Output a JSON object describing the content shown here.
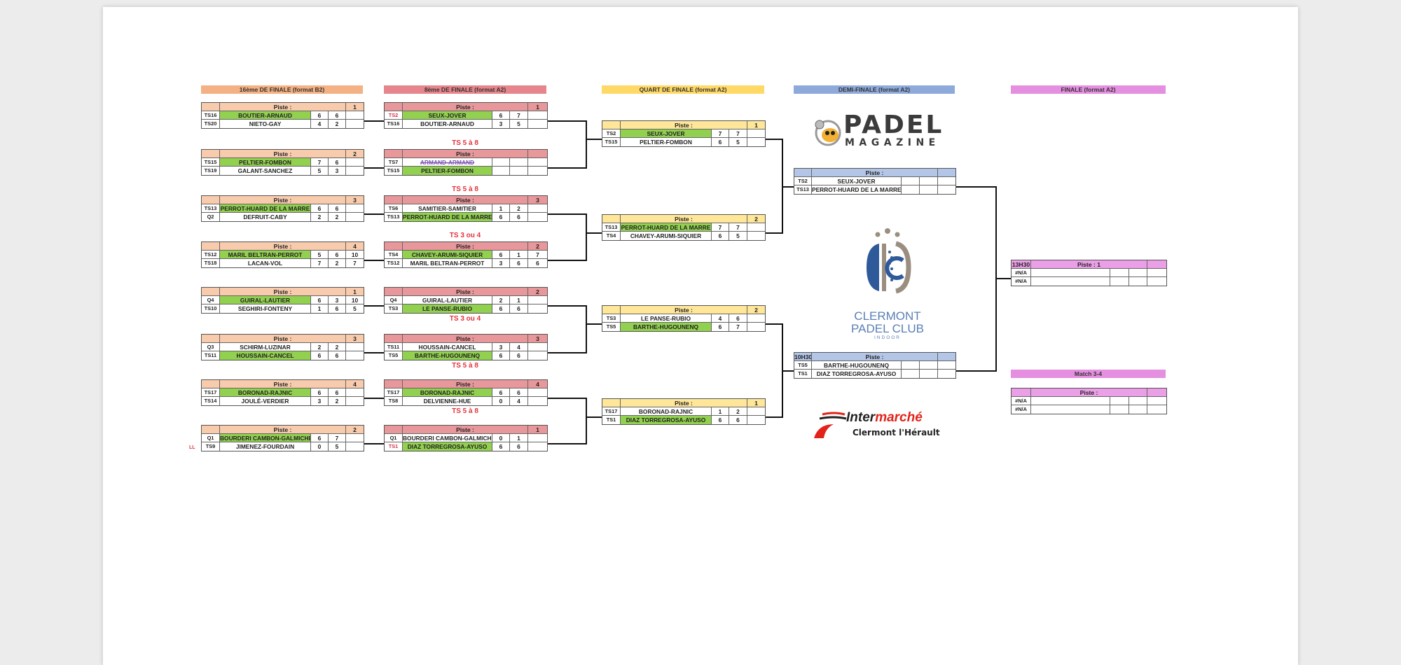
{
  "rounds": [
    {
      "title": "16ème DE FINALE (format B2)",
      "colors": {
        "bar": "#f4b183",
        "head": "#f8cbad"
      },
      "matches": [
        {
          "piste_label": "Piste :",
          "piste": "1",
          "teams": [
            {
              "seed": "TS16",
              "name": "BOUTIER-ARNAUD",
              "scores": [
                "6",
                "6",
                ""
              ],
              "winner": true
            },
            {
              "seed": "TS20",
              "name": "NIETO-GAY",
              "scores": [
                "4",
                "2",
                ""
              ]
            }
          ]
        },
        {
          "piste_label": "Piste :",
          "piste": "2",
          "teams": [
            {
              "seed": "TS15",
              "name": "PELTIER-FOMBON",
              "scores": [
                "7",
                "6",
                ""
              ],
              "winner": true
            },
            {
              "seed": "TS19",
              "name": "GALANT-SANCHEZ",
              "scores": [
                "5",
                "3",
                ""
              ]
            }
          ]
        },
        {
          "piste_label": "Piste :",
          "piste": "3",
          "teams": [
            {
              "seed": "TS13",
              "name": "PERROT-HUARD DE LA MARRE",
              "scores": [
                "6",
                "6",
                ""
              ],
              "winner": true
            },
            {
              "seed": "Q2",
              "name": "DEFRUIT-CABY",
              "scores": [
                "2",
                "2",
                ""
              ]
            }
          ]
        },
        {
          "piste_label": "Piste :",
          "piste": "4",
          "teams": [
            {
              "seed": "TS12",
              "name": "MARIL BELTRAN-PERROT",
              "scores": [
                "5",
                "6",
                "10"
              ],
              "winner": true
            },
            {
              "seed": "TS18",
              "name": "LACAN-VOL",
              "scores": [
                "7",
                "2",
                "7"
              ]
            }
          ]
        },
        {
          "piste_label": "Piste :",
          "piste": "1",
          "teams": [
            {
              "seed": "Q4",
              "name": "GUIRAL-LAUTIER",
              "scores": [
                "6",
                "3",
                "10"
              ],
              "winner": true
            },
            {
              "seed": "TS10",
              "name": "SEGHIRI-FONTENY",
              "scores": [
                "1",
                "6",
                "5"
              ]
            }
          ]
        },
        {
          "piste_label": "Piste :",
          "piste": "3",
          "teams": [
            {
              "seed": "Q3",
              "name": "SCHIRM-LUZINAR",
              "scores": [
                "2",
                "2",
                ""
              ]
            },
            {
              "seed": "TS11",
              "name": "HOUSSAIN-CANCEL",
              "scores": [
                "6",
                "6",
                ""
              ],
              "winner": true
            }
          ]
        },
        {
          "piste_label": "Piste :",
          "piste": "4",
          "teams": [
            {
              "seed": "TS17",
              "name": "BORONAD-RAJNIC",
              "scores": [
                "6",
                "6",
                ""
              ],
              "winner": true
            },
            {
              "seed": "TS14",
              "name": "JOULÉ-VERDIER",
              "scores": [
                "3",
                "2",
                ""
              ]
            }
          ]
        },
        {
          "piste_label": "Piste :",
          "piste": "2",
          "teams": [
            {
              "seed": "Q1",
              "name": "BOURDERI CAMBON-GALMICHE",
              "scores": [
                "6",
                "7",
                ""
              ],
              "winner": true
            },
            {
              "seed": "TS9",
              "name": "JIMENEZ-FOURDAIN",
              "scores": [
                "0",
                "5",
                ""
              ]
            }
          ]
        }
      ]
    },
    {
      "title": "8ème DE FINALE (format A2)",
      "colors": {
        "bar": "#e6858b",
        "head": "#e8979b"
      },
      "matches": [
        {
          "piste_label": "Piste :",
          "piste": "1",
          "teams": [
            {
              "seed": "TS2",
              "seed_red": true,
              "name": "SEUX-JOVER",
              "scores": [
                "6",
                "7",
                ""
              ],
              "winner": true
            },
            {
              "seed": "TS16",
              "name": "BOUTIER-ARNAUD",
              "scores": [
                "3",
                "5",
                ""
              ]
            }
          ]
        },
        {
          "piste_label": "Piste :",
          "piste": "",
          "label": "TS 5 à 8",
          "teams": [
            {
              "seed": "TS7",
              "name": "ARMAND-ARMAND",
              "scores": [
                "",
                "",
                ""
              ],
              "strike": true
            },
            {
              "seed": "TS15",
              "name": "PELTIER-FOMBON",
              "scores": [
                "",
                "",
                ""
              ],
              "winner": true
            }
          ]
        },
        {
          "piste_label": "Piste :",
          "piste": "3",
          "label": "TS 5 à 8",
          "teams": [
            {
              "seed": "TS6",
              "name": "SAMITIER-SAMITIER",
              "scores": [
                "1",
                "2",
                ""
              ]
            },
            {
              "seed": "TS13",
              "name": "PERROT-HUARD DE LA MARRE",
              "scores": [
                "6",
                "6",
                ""
              ],
              "winner": true
            }
          ]
        },
        {
          "piste_label": "Piste :",
          "piste": "2",
          "label": "TS 3 ou 4",
          "teams": [
            {
              "seed": "TS4",
              "name": "CHAVEY-ARUMI-SIQUIER",
              "scores": [
                "6",
                "1",
                "7"
              ],
              "winner": true
            },
            {
              "seed": "TS12",
              "name": "MARIL BELTRAN-PERROT",
              "scores": [
                "3",
                "6",
                "6"
              ]
            }
          ]
        },
        {
          "piste_label": "Piste :",
          "piste": "2",
          "label_below": "TS 3 ou 4",
          "teams": [
            {
              "seed": "Q4",
              "name": "GUIRAL-LAUTIER",
              "scores": [
                "2",
                "1",
                ""
              ]
            },
            {
              "seed": "TS3",
              "name": "LE PANSE-RUBIO",
              "scores": [
                "6",
                "6",
                ""
              ],
              "winner": true
            }
          ]
        },
        {
          "piste_label": "Piste :",
          "piste": "3",
          "label_below": "TS 5 à 8",
          "teams": [
            {
              "seed": "TS11",
              "name": "HOUSSAIN-CANCEL",
              "scores": [
                "3",
                "4",
                ""
              ]
            },
            {
              "seed": "TS5",
              "name": "BARTHE-HUGOUNENQ",
              "scores": [
                "6",
                "6",
                ""
              ],
              "winner": true
            }
          ]
        },
        {
          "piste_label": "Piste :",
          "piste": "4",
          "label_below": "TS 5 à 8",
          "teams": [
            {
              "seed": "TS17",
              "name": "BORONAD-RAJNIC",
              "scores": [
                "6",
                "6",
                ""
              ],
              "winner": true
            },
            {
              "seed": "TS8",
              "name": "DELVIENNE-HUE",
              "scores": [
                "0",
                "4",
                ""
              ]
            }
          ]
        },
        {
          "piste_label": "Piste :",
          "piste": "1",
          "teams": [
            {
              "seed": "Q1",
              "name": "BOURDERI CAMBON-GALMICHE",
              "scores": [
                "0",
                "1",
                ""
              ]
            },
            {
              "seed": "TS1",
              "seed_red": true,
              "name": "DIAZ TORREGROSA-AYUSO",
              "scores": [
                "6",
                "6",
                ""
              ],
              "winner": true
            }
          ]
        }
      ]
    },
    {
      "title": "QUART DE FINALE (format A2)",
      "colors": {
        "bar": "#ffd966",
        "head": "#ffe699"
      },
      "matches": [
        {
          "piste_label": "Piste :",
          "piste": "1",
          "teams": [
            {
              "seed": "TS2",
              "name": "SEUX-JOVER",
              "scores": [
                "7",
                "7",
                ""
              ],
              "winner": true
            },
            {
              "seed": "TS15",
              "name": "PELTIER-FOMBON",
              "scores": [
                "6",
                "5",
                ""
              ]
            }
          ]
        },
        {
          "piste_label": "Piste :",
          "piste": "2",
          "teams": [
            {
              "seed": "TS13",
              "name": "PERROT-HUARD DE LA MARRE",
              "scores": [
                "7",
                "7",
                ""
              ],
              "winner": true
            },
            {
              "seed": "TS4",
              "name": "CHAVEY-ARUMI-SIQUIER",
              "scores": [
                "6",
                "5",
                ""
              ]
            }
          ]
        },
        {
          "piste_label": "Piste :",
          "piste": "2",
          "teams": [
            {
              "seed": "TS3",
              "name": "LE PANSE-RUBIO",
              "scores": [
                "4",
                "6",
                ""
              ]
            },
            {
              "seed": "TS5",
              "name": "BARTHE-HUGOUNENQ",
              "scores": [
                "6",
                "7",
                ""
              ],
              "winner": true
            }
          ]
        },
        {
          "piste_label": "Piste :",
          "piste": "1",
          "teams": [
            {
              "seed": "TS17",
              "name": "BORONAD-RAJNIC",
              "scores": [
                "1",
                "2",
                ""
              ]
            },
            {
              "seed": "TS1",
              "name": "DIAZ TORREGROSA-AYUSO",
              "scores": [
                "6",
                "6",
                ""
              ],
              "winner": true
            }
          ]
        }
      ]
    },
    {
      "title": "DEMI-FINALE (format A2)",
      "colors": {
        "bar": "#8eaadb",
        "head": "#b4c6e7"
      },
      "matches": [
        {
          "time": "",
          "piste_label": "Piste :",
          "piste": "",
          "teams": [
            {
              "seed": "TS2",
              "name": "SEUX-JOVER",
              "scores": [
                "",
                "",
                ""
              ]
            },
            {
              "seed": "TS13",
              "name": "PERROT-HUARD DE LA MARRE",
              "scores": [
                "",
                "",
                ""
              ]
            }
          ]
        },
        {
          "time": "10H30",
          "piste_label": "Piste :",
          "piste": "",
          "teams": [
            {
              "seed": "TS5",
              "name": "BARTHE-HUGOUNENQ",
              "scores": [
                "",
                "",
                ""
              ]
            },
            {
              "seed": "TS1",
              "name": "DIAZ TORREGROSA-AYUSO",
              "scores": [
                "",
                "",
                ""
              ]
            }
          ]
        }
      ]
    },
    {
      "title": "FINALE (format A2)",
      "colors": {
        "bar": "#e58fe0",
        "head": "#ea9fe6"
      },
      "matches": [
        {
          "time": "13H30",
          "piste_label": "Piste : 1",
          "piste": "",
          "teams": [
            {
              "seed": "#N/A",
              "name": "",
              "scores": [
                "",
                "",
                ""
              ]
            },
            {
              "seed": "#N/A",
              "name": "",
              "scores": [
                "",
                "",
                ""
              ]
            }
          ]
        }
      ]
    },
    {
      "title": "Match 3-4",
      "colors": {
        "bar": "#e58fe0",
        "head": "#ea9fe6"
      },
      "matches": [
        {
          "time": "",
          "piste_label": "Piste :",
          "piste": "",
          "teams": [
            {
              "seed": "#N/A",
              "name": "",
              "scores": [
                "",
                "",
                ""
              ]
            },
            {
              "seed": "#N/A",
              "name": "",
              "scores": [
                "",
                "",
                ""
              ]
            }
          ]
        }
      ]
    }
  ],
  "side_note": "LL",
  "logos": {
    "padel": {
      "line1": "PADEL",
      "line2": "MAGAZINE"
    },
    "club": {
      "line1": "CLERMONT",
      "line2": "PADEL CLUB",
      "line3": "INDOOR"
    },
    "sponsor": {
      "brand_a": "Inter",
      "brand_b": "marché",
      "city": "Clermont l'Hérault"
    }
  },
  "colors": {
    "winner": "#92d050",
    "label_red": "#e2333b"
  }
}
